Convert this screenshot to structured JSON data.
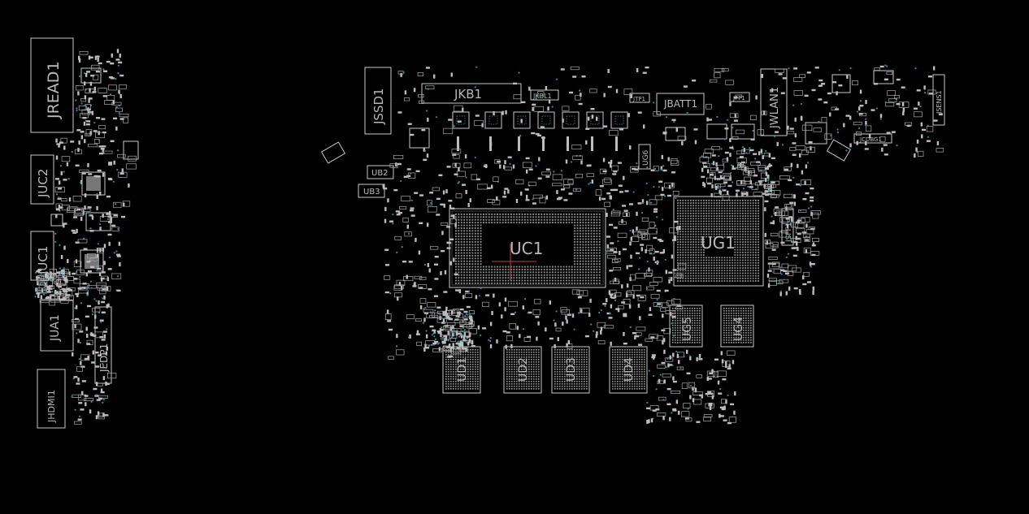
{
  "diagram": {
    "colors": {
      "background": "#000000",
      "outline": "#c8c8c8",
      "pad": "#bdbdbd",
      "via": "#2c8f9b",
      "label": "#b9b9b9"
    },
    "labels": {
      "jread1": "JREAD1",
      "juc2": "JUC2",
      "juc1": "JUC1",
      "jua1": "JUA1",
      "jedp1": "JEDP1",
      "jhdmi1": "JHDMI1",
      "jssd1": "JSSD1",
      "jkb1": "JKB1",
      "jkbl1": "JKBL1",
      "jtp1": "JTP1",
      "jbatt1": "JBATT1",
      "jfp1": "JFP1",
      "jwlan1": "JWLAN1",
      "jsens1": "JSENS1",
      "jcdbg1": "JCDBG1",
      "ub2": "UB2",
      "ub3": "UB3",
      "ug6": "UG6",
      "uc1": "UC1",
      "ug1": "UG1",
      "jsff1": "JSFF1",
      "ug5": "UG5",
      "ug4": "UG4",
      "ud1": "UD1",
      "ud2": "UD2",
      "ud3": "UD3",
      "ud4": "UD4"
    }
  }
}
